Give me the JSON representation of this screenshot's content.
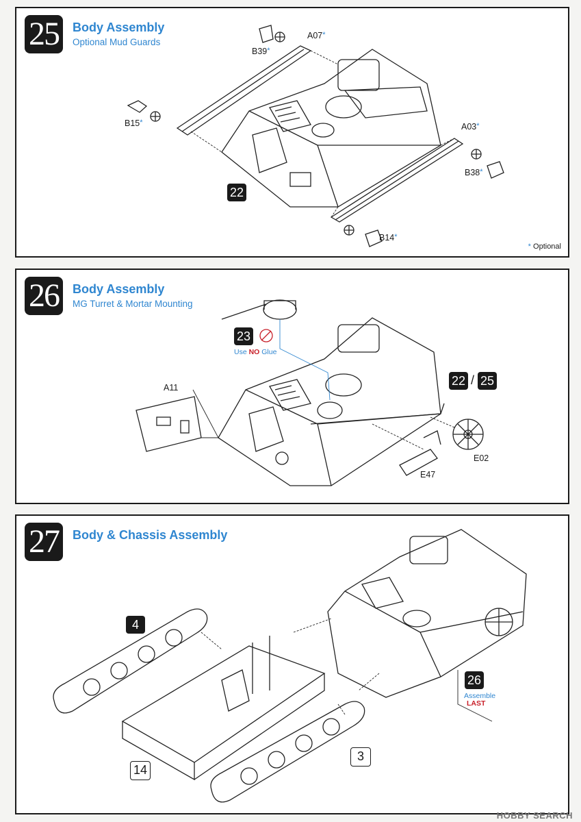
{
  "steps": [
    {
      "number": "25",
      "title": "Body Assembly",
      "subtitle": "Optional Mud Guards",
      "parts": [
        "A07",
        "B39",
        "B15",
        "A03",
        "B38",
        "B14"
      ],
      "reference": "22",
      "legend_label": "Optional"
    },
    {
      "number": "26",
      "title": "Body Assembly",
      "subtitle": "MG Turret & Mortar Mounting",
      "parts": [
        "A11",
        "E02",
        "E47"
      ],
      "sub_step": "23",
      "glue_note_prefix": "Use ",
      "glue_note_emphasis": "NO",
      "glue_note_suffix": " Glue",
      "reference_left": "22",
      "reference_separator": "/",
      "reference_right": "25"
    },
    {
      "number": "27",
      "title": "Body & Chassis Assembly",
      "references": [
        "4",
        "14",
        "3",
        "26"
      ],
      "assemble_note": "Assemble",
      "last_note": "LAST"
    }
  ],
  "watermark": "HOBBY SEARCH",
  "colors": {
    "accent": "#2f86d0",
    "warning": "#c8202a"
  }
}
